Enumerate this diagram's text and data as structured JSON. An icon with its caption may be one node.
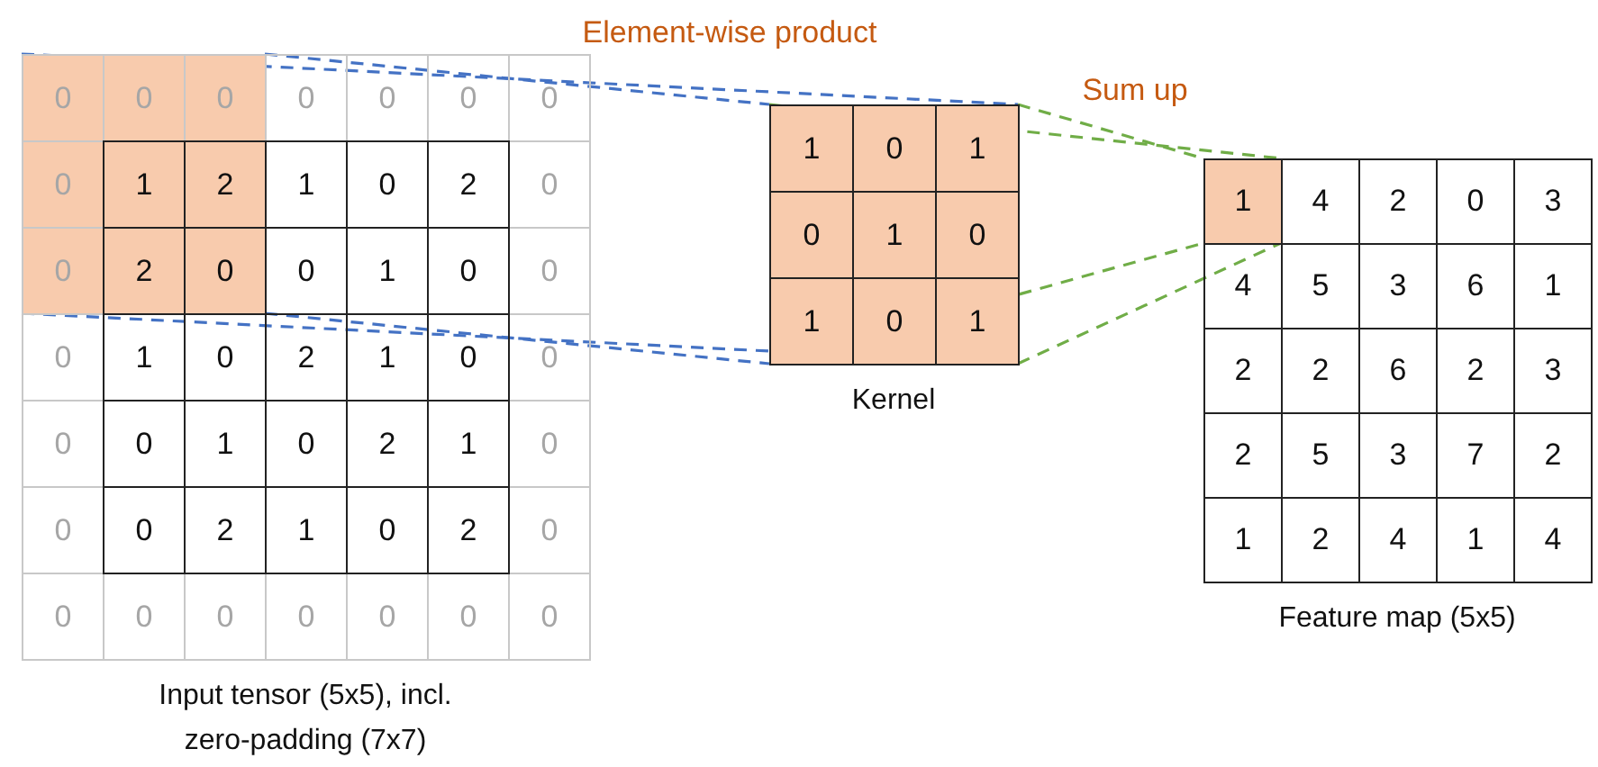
{
  "diagram": {
    "nodes": [
      {
        "text": [
          "Input tensor (5x5), incl. zero-padding (7x7)"
        ]
      },
      {
        "text": [],
        "shape": "box",
        "in": 0
      },
      {
        "text": [
          "Kernel"
        ]
      },
      {
        "text": [
          "Feature map (5x5)"
        ]
      },
      {
        "text": [],
        "shape": "box",
        "in": 3
      }
    ],
    "edges": [
      {
        "from": 1,
        "to": 2,
        "arrow": "none",
        "style": "dashed",
        "color": "#4472c4",
        "label": "Element-wise product"
      },
      {
        "from": 1,
        "to": 2,
        "arrow": "none",
        "style": "dashed",
        "color": "#4472c4"
      },
      {
        "from": 1,
        "to": 2,
        "arrow": "none",
        "style": "dashed",
        "color": "#4472c4"
      },
      {
        "from": 1,
        "to": 2,
        "arrow": "none",
        "style": "dashed",
        "color": "#4472c4"
      },
      {
        "from": 2,
        "to": 4,
        "arrow": "none",
        "style": "dashed",
        "color": "#70ad47",
        "label": "Sum up"
      },
      {
        "from": 2,
        "to": 4,
        "arrow": "none",
        "style": "dashed",
        "color": "#70ad47"
      },
      {
        "from": 2,
        "to": 4,
        "arrow": "none",
        "style": "dashed",
        "color": "#70ad47"
      },
      {
        "from": 2,
        "to": 4,
        "arrow": "none",
        "style": "dashed",
        "color": "#70ad47"
      }
    ],
    "labels": [
      "0",
      "0",
      "0",
      "0",
      "0",
      "0",
      "0",
      "0",
      "1",
      "2",
      "1",
      "0",
      "2",
      "0",
      "0",
      "2",
      "0",
      "0",
      "1",
      "0",
      "0",
      "0",
      "1",
      "0",
      "2",
      "1",
      "0",
      "0",
      "0",
      "0",
      "1",
      "0",
      "2",
      "1",
      "0",
      "0",
      "0",
      "2",
      "1",
      "0",
      "2",
      "0",
      "0",
      "0",
      "0",
      "0",
      "0",
      "0",
      "0",
      "1",
      "0",
      "1",
      "0",
      "1",
      "0",
      "1",
      "0",
      "1",
      "1",
      "4",
      "2",
      "0",
      "3",
      "4",
      "5",
      "3",
      "6",
      "1",
      "2",
      "2",
      "6",
      "2",
      "3",
      "2",
      "5",
      "3",
      "7",
      "2",
      "1",
      "2",
      "4",
      "1",
      "4"
    ]
  }
}
